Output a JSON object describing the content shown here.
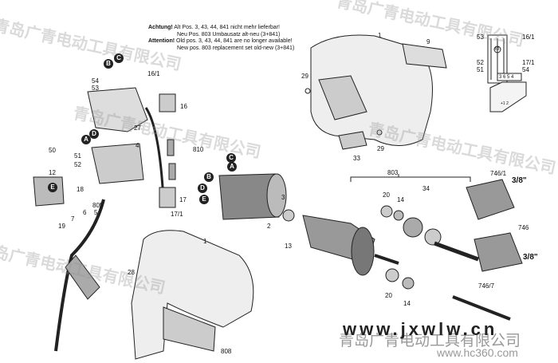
{
  "notice": {
    "de_head": "Achtung!",
    "de_line1": "Alt Pos. 3, 43, 44, 841 nicht mehr lieferbar!",
    "de_line2": "Neu Pos. 803 Umbausatz alt-neu (3+841)",
    "en_head": "Attention!",
    "en_line1": "Old pos. 3, 43, 44, 841 are no longer available!",
    "en_line2": "New pos. 803 replacement set old-new (3+841)"
  },
  "part_labels": [
    "1",
    "9",
    "29",
    "29",
    "33",
    "54",
    "53",
    "16/1",
    "16",
    "27",
    "4",
    "51",
    "52",
    "810",
    "50",
    "12",
    "18",
    "805",
    "7",
    "6",
    "5",
    "19",
    "17",
    "17/1",
    "2",
    "3",
    "13",
    "803",
    "20",
    "14",
    "34",
    "746/1",
    "3/8\"",
    "746",
    "3/8\"",
    "20",
    "14",
    "746/7",
    "1",
    "28",
    "808"
  ],
  "connector_labels": [
    "B",
    "C",
    "A",
    "D",
    "E",
    "C",
    "A",
    "B",
    "D",
    "E"
  ],
  "wiring": {
    "labels": [
      "53",
      "16/1",
      "52",
      "51",
      "17/1",
      "54",
      "3 6 5 4",
      "+1 2",
      "M"
    ]
  },
  "watermark": {
    "company": "青岛广青电动工具有限公司",
    "site": "www.jxwlw.cn",
    "hc": "www.hc360.com"
  }
}
